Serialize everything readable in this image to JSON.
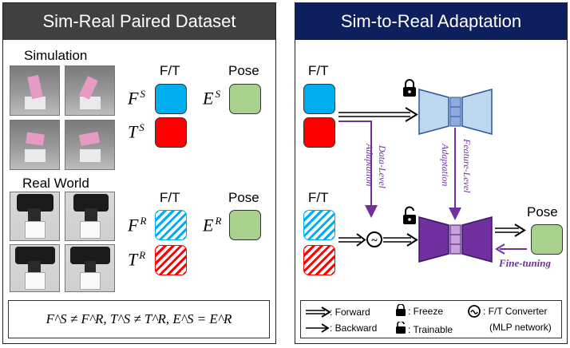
{
  "left_panel": {
    "title": "Sim-Real Paired Dataset",
    "title_bg": "#404040",
    "simulation_label": "Simulation",
    "real_label": "Real World",
    "ft_header": "F/T",
    "pose_header": "Pose",
    "sim_force": {
      "base": "F",
      "sup": "S"
    },
    "sim_torque": {
      "base": "T",
      "sup": "S"
    },
    "sim_pose": {
      "base": "E",
      "sup": "S"
    },
    "real_force": {
      "base": "F",
      "sup": "R"
    },
    "real_torque": {
      "base": "T",
      "sup": "R"
    },
    "real_pose": {
      "base": "E",
      "sup": "R"
    },
    "formula": "F^S ≠ F^R, T^S ≠ T^R, E^S = E^R"
  },
  "right_panel": {
    "title": "Sim-to-Real Adaptation",
    "title_bg": "#0d1f5c",
    "ft_top": "F/T",
    "ft_bottom": "F/T",
    "pose": "Pose",
    "data_level": "Data-Level",
    "adaptation1": "Adaptation",
    "feature_level": "Feature-Level",
    "adaptation2": "Adaptation",
    "fine_tuning": "Fine-tuning",
    "converter_symbol": "~"
  },
  "legend": {
    "forward": ": Forward",
    "backward": ": Backward",
    "freeze": ": Freeze",
    "trainable": ": Trainable",
    "converter": ": F/T Converter",
    "converter_sub": "(MLP network)"
  },
  "colors": {
    "force": "#00aeef",
    "torque": "#ff0000",
    "pose": "#a9d18e",
    "frozen_net": "#bdd7ee",
    "trainable_net": "#7030a0",
    "adaptation_arrow": "#7030a0"
  }
}
